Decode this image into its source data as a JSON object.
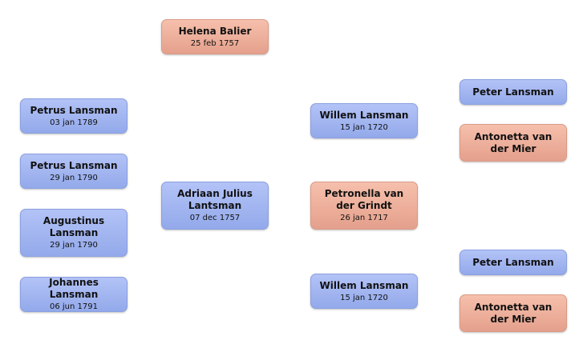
{
  "mother": {
    "name": "Helena Balier",
    "date": "25 feb 1757"
  },
  "children": [
    {
      "name": "Petrus Lansman",
      "date": "03 jan 1789"
    },
    {
      "name": "Petrus Lansman",
      "date": "29 jan 1790"
    },
    {
      "name": "Augustinus Lansman",
      "date": "29 jan 1790"
    },
    {
      "name": "Johannes Lansman",
      "date": "06 jun 1791"
    }
  ],
  "focus": {
    "name": "Adriaan Julius Lantsman",
    "date": "07 dec 1757"
  },
  "father": {
    "name": "Willem Lansman",
    "date": "15 jan 1720"
  },
  "mother2": {
    "name": "Petronella van der Grindt",
    "date": "26 jan 1717"
  },
  "father2": {
    "name": "Willem Lansman",
    "date": "15 jan 1720"
  },
  "grandparents_top": [
    {
      "name": "Peter Lansman"
    },
    {
      "name": "Antonetta van der Mier"
    }
  ],
  "grandparents_bottom": [
    {
      "name": "Peter Lansman"
    },
    {
      "name": "Antonetta van der Mier"
    }
  ]
}
